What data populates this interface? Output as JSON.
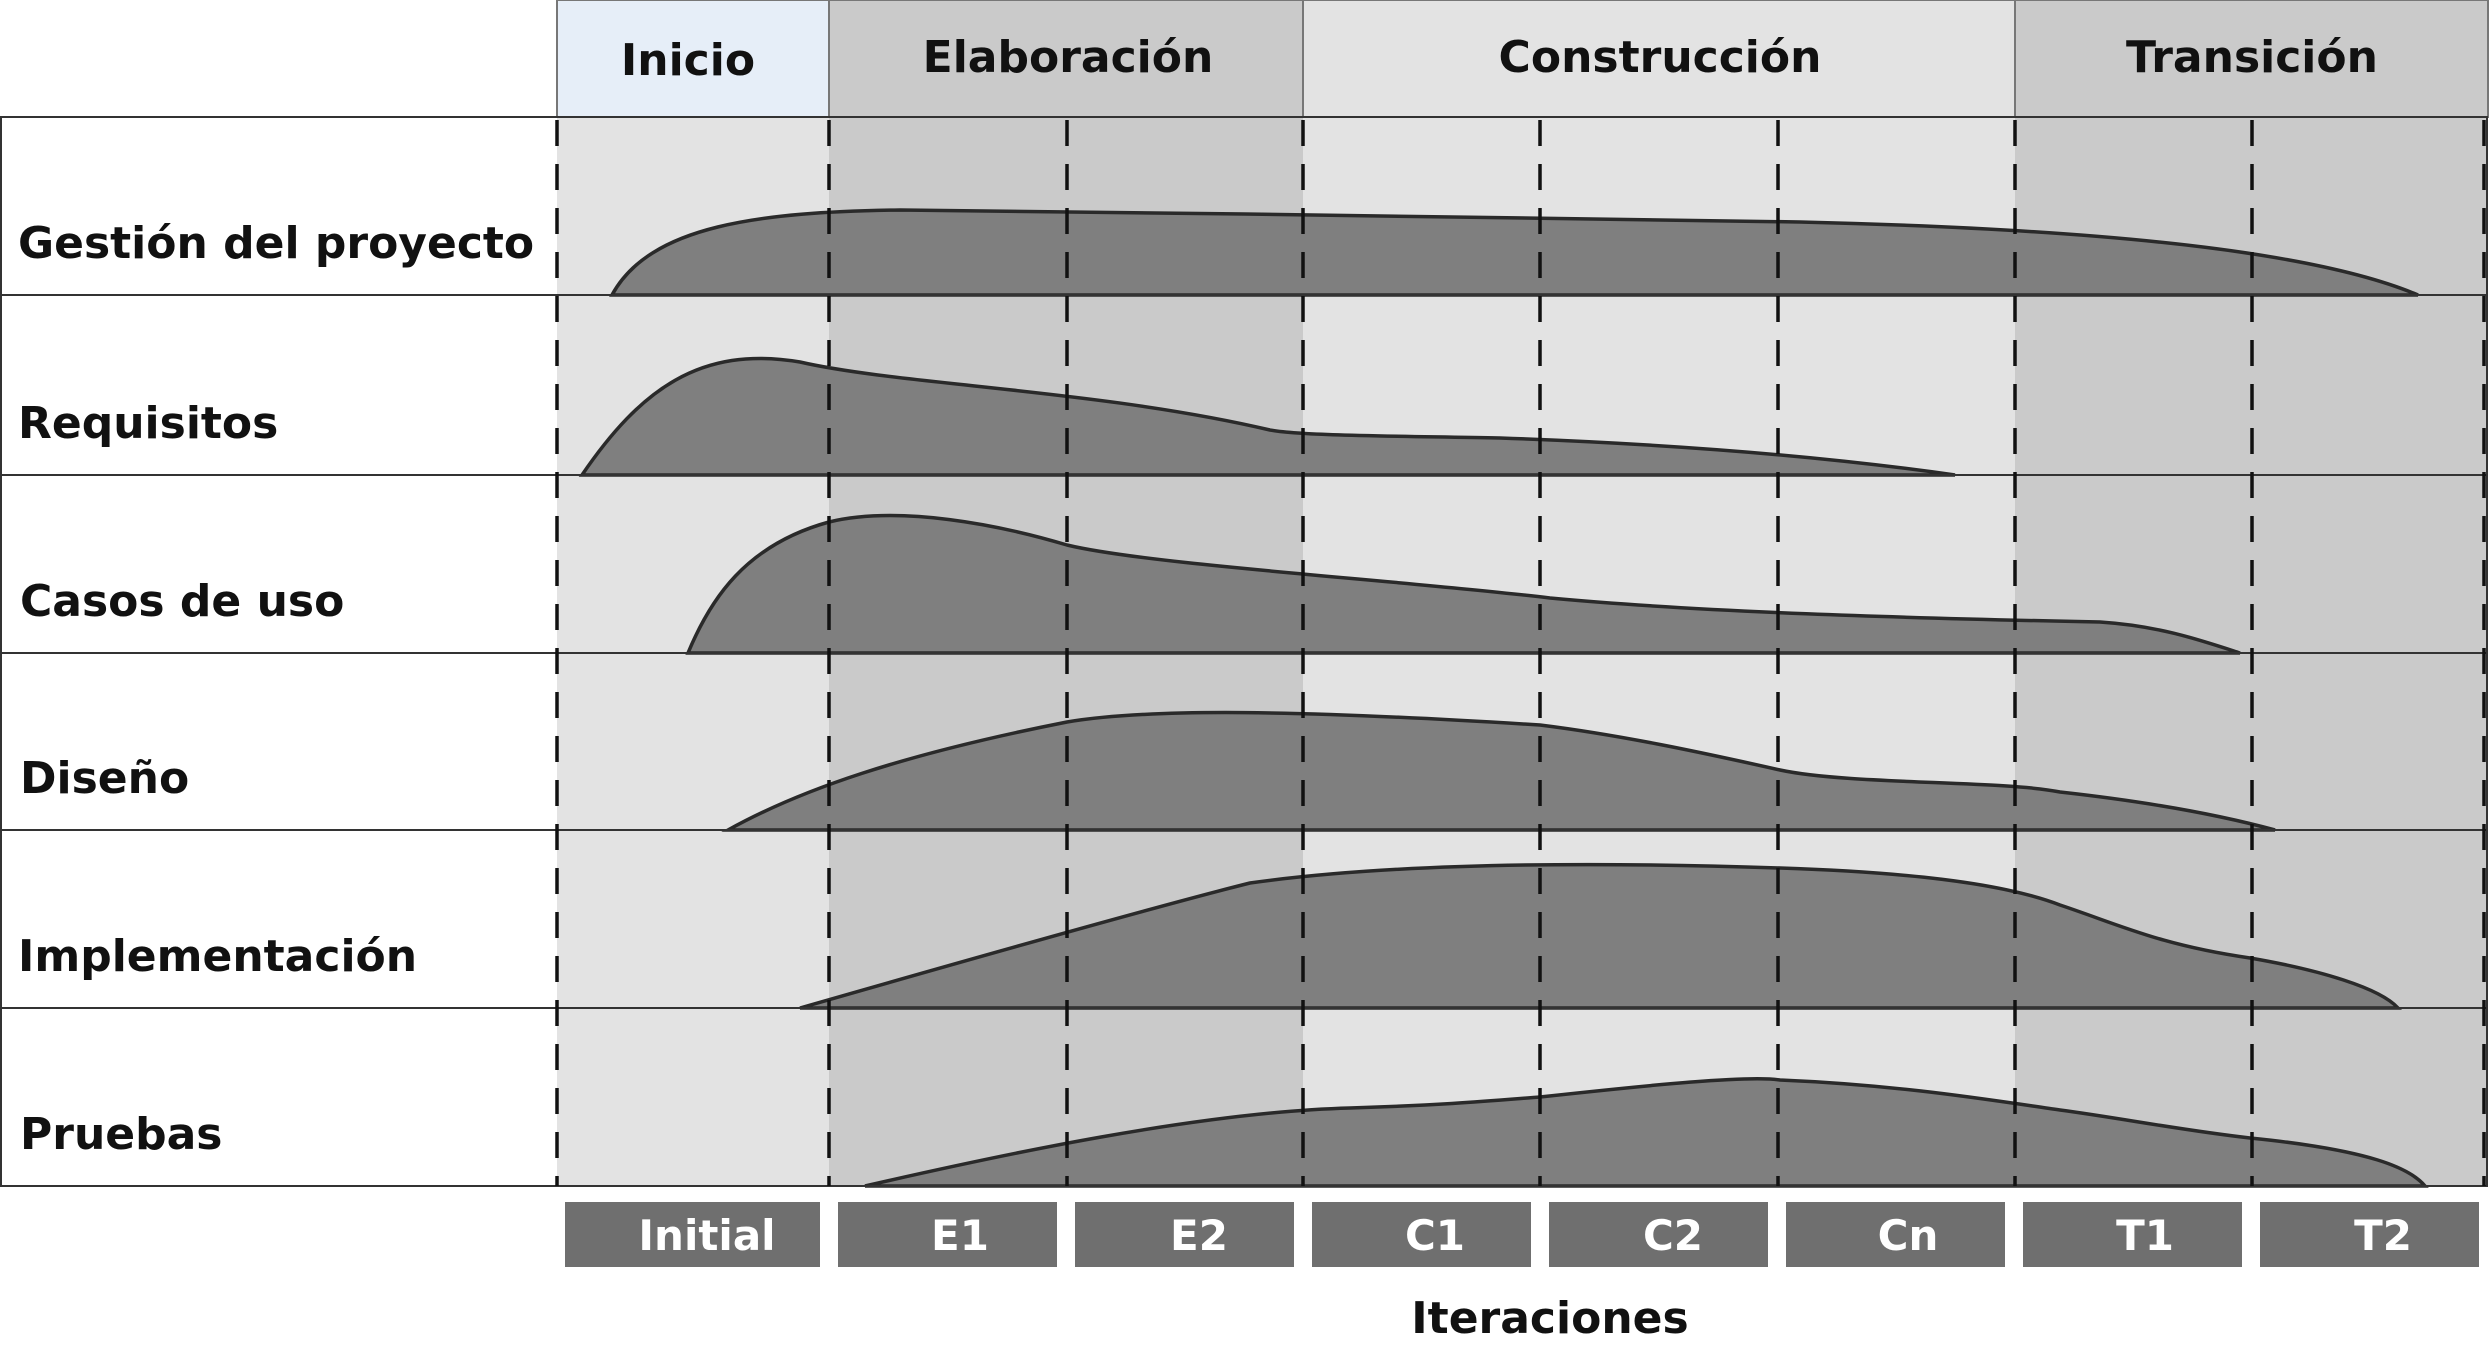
{
  "phases": [
    {
      "label": "Inicio",
      "color": "#e6eef8"
    },
    {
      "label": "Elaboración",
      "color": "#cacaca"
    },
    {
      "label": "Construcción",
      "color": "#e3e3e3"
    },
    {
      "label": "Transición",
      "color": "#cacaca"
    }
  ],
  "disciplines": [
    {
      "label": "Gestión del proyecto"
    },
    {
      "label": "Requisitos"
    },
    {
      "label": "Casos de uso"
    },
    {
      "label": "Diseño"
    },
    {
      "label": "Implementación"
    },
    {
      "label": "Pruebas"
    }
  ],
  "iterations": [
    "Initial",
    "E1",
    "E2",
    "C1",
    "C2",
    "Cn",
    "T1",
    "T2"
  ],
  "axis_label": "Iteraciones",
  "colors": {
    "column_light": "#e3e3e3",
    "column_dark": "#cacaca",
    "hump_fill": "#7f7f7f",
    "hump_stroke": "#2a2a2a",
    "iteration_box": "#6f6f6f"
  }
}
